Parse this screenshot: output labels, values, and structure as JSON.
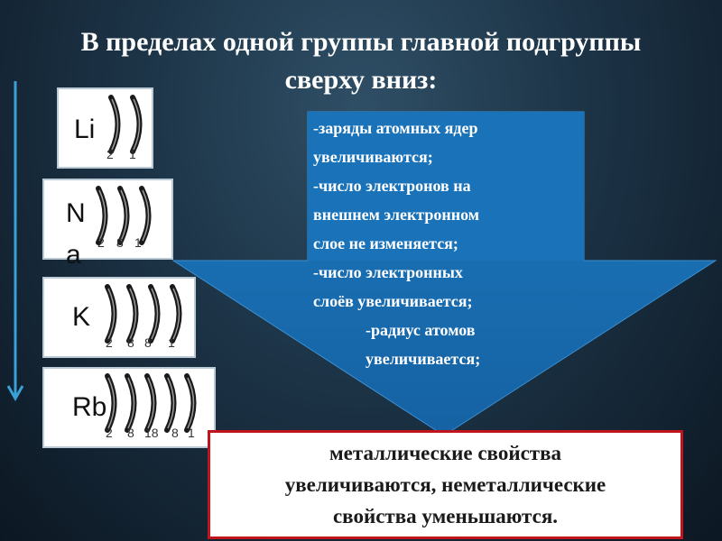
{
  "title": {
    "line1": "В пределах одной группы главной подгруппы",
    "line2": "сверху вниз:"
  },
  "elements": [
    {
      "symbol": "Li",
      "electrons": [
        "2",
        "1"
      ]
    },
    {
      "symbol": "Na",
      "electrons": [
        "2",
        "8",
        "1"
      ]
    },
    {
      "symbol": "K",
      "electrons": [
        "2",
        "8",
        "8",
        "1"
      ]
    },
    {
      "symbol": "Rb",
      "electrons": [
        "2",
        "8",
        "18",
        "8",
        "1"
      ]
    }
  ],
  "facts": [
    "-заряды атомных  ядер",
    "увеличиваются;",
    "-число электронов на",
    "внешнем электронном",
    "слое не изменяется;",
    "-число электронных",
    "слоёв увеличивается;",
    "-радиус атомов",
    "увеличивается;"
  ],
  "conclusion": [
    "металлические свойства",
    "увеличиваются, неметаллические",
    "свойства уменьшаются."
  ],
  "colors": {
    "arrow_blue": "#1a73b8",
    "down_arrow": "#3aa0d8",
    "result_border": "#c0151c"
  }
}
